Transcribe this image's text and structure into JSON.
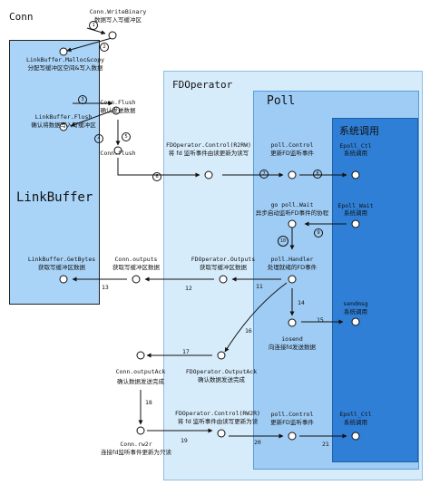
{
  "regions": {
    "conn_title": "Conn",
    "linkbuffer_title": "LinkBuffer",
    "fdoperator_title": "FDOperator",
    "poll_title": "Poll",
    "syscall_title": "系统调用"
  },
  "nodes": {
    "conn_writebinary": {
      "name": "Conn.WriteBinary",
      "desc": "数据写入写缓冲区"
    },
    "linkbuffer_malloc": {
      "name": "LinkBuffer.Malloc&copy",
      "desc": "分配写缓冲区空间&写入数据"
    },
    "conn_flush": {
      "name": "Conn.Flush",
      "desc": "确认发送数据"
    },
    "linkbuffer_flush": {
      "name": "LinkBuffer.Flush",
      "desc": "确认将数据写入写缓冲区"
    },
    "conn_flush_lower": {
      "name": "Conn.flush",
      "desc": ""
    },
    "fdop_control_r2rw": {
      "name": "FDOperator.Control(R2RW)",
      "desc": "将 fd 监听事件由读更新为读写"
    },
    "poll_control_1": {
      "name": "poll.Control",
      "desc": "更新FD监听事件"
    },
    "epoll_ctl_1": {
      "name": "Epoll_Ctl",
      "desc": "系统调用"
    },
    "go_poll_wait": {
      "name": "go poll.Wait",
      "desc": "异步启动监听FD事件的协程"
    },
    "epoll_wait": {
      "name": "Epoll_Wait",
      "desc": "系统调用"
    },
    "poll_handler": {
      "name": "poll.Handler",
      "desc": "处理就绪的FD事件"
    },
    "fdop_outputs": {
      "name": "FDOperator.Outputs",
      "desc": "获取写缓冲区数据"
    },
    "conn_outputs": {
      "name": "Conn.outputs",
      "desc": "获取写缓冲区数据"
    },
    "linkbuffer_getbytes": {
      "name": "LinkBuffer.GetBytes",
      "desc": "获取写缓冲区数据"
    },
    "iosend": {
      "name": "iosend",
      "desc": "向连接fd发送数据"
    },
    "sendmsg": {
      "name": "sendmsg",
      "desc": "系统调用"
    },
    "fdop_outputack": {
      "name": "FDOperator.OutputAck",
      "desc": "确认数据发送完成"
    },
    "conn_outputack": {
      "name": "Conn.outputAck",
      "desc": "确认数据发送完成"
    },
    "conn_rw2r": {
      "name": "Conn.rw2r",
      "desc": "连接fd监听事件更新为只读"
    },
    "fdop_control_rw2r": {
      "name": "FDOperator.Control(RW2R)",
      "desc": "将 fd 监听事件由读写更新为读"
    },
    "poll_control_2": {
      "name": "poll.Control",
      "desc": "更新FD监听事件"
    },
    "epoll_ctl_2": {
      "name": "Epoll_Ctl",
      "desc": "系统调用"
    }
  },
  "steps": [
    "1",
    "2",
    "3",
    "4",
    "5",
    "6",
    "7",
    "8",
    "9",
    "10",
    "11",
    "12",
    "13",
    "14",
    "15",
    "16",
    "17",
    "18",
    "19",
    "20",
    "21"
  ],
  "colors": {
    "linkbuffer_fill": "#a9d3f7",
    "fdoperator_fill": "#d7ecfb",
    "poll_fill": "#9fccf4",
    "syscall_fill": "#2f7fd6",
    "line": "#111111"
  }
}
